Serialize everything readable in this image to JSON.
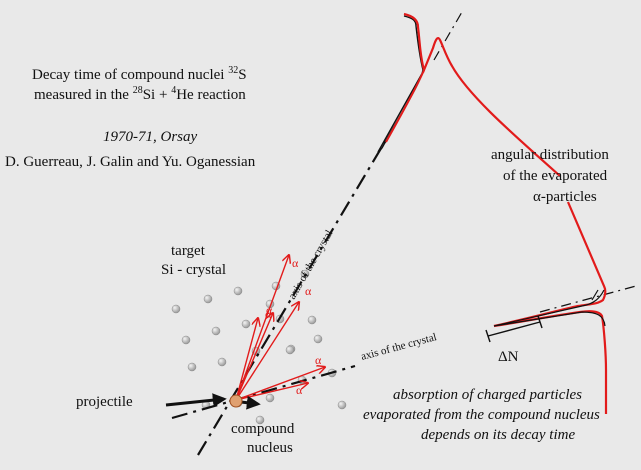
{
  "title": {
    "line1_text": "Decay time of compound nuclei ",
    "line1_sup": "32",
    "line1_elem": "S",
    "line2_pre": "measured in the ",
    "line2_sup1": "28",
    "line2_mid": "Si + ",
    "line2_sup2": "4",
    "line2_post": "He reaction"
  },
  "credit": {
    "date_place": "1970-71,  Orsay",
    "authors": "D. Guerreau, J. Galin and Yu. Oganessian"
  },
  "labels": {
    "target_line1": "target",
    "target_line2": "Si - crystal",
    "projectile": "projectile",
    "compound_line1": "compound",
    "compound_line2": "nucleus",
    "axis_upper": "axis of the crystal",
    "axis_lower": "axis of the crystal",
    "alpha": "α",
    "delta_n": "ΔN"
  },
  "angular_note": {
    "line1": "angular distribution",
    "line2": "of the evaporated",
    "line3": "α-particles"
  },
  "absorption_note": {
    "line1": "absorption of charged particles",
    "line2": "evaporated from the compound nucleus",
    "line3": "depends on its decay time"
  },
  "colors": {
    "background": "#e9e9e9",
    "accent_red": "#e21b1b",
    "ink": "#111111",
    "atom": "#b9b9b9"
  }
}
